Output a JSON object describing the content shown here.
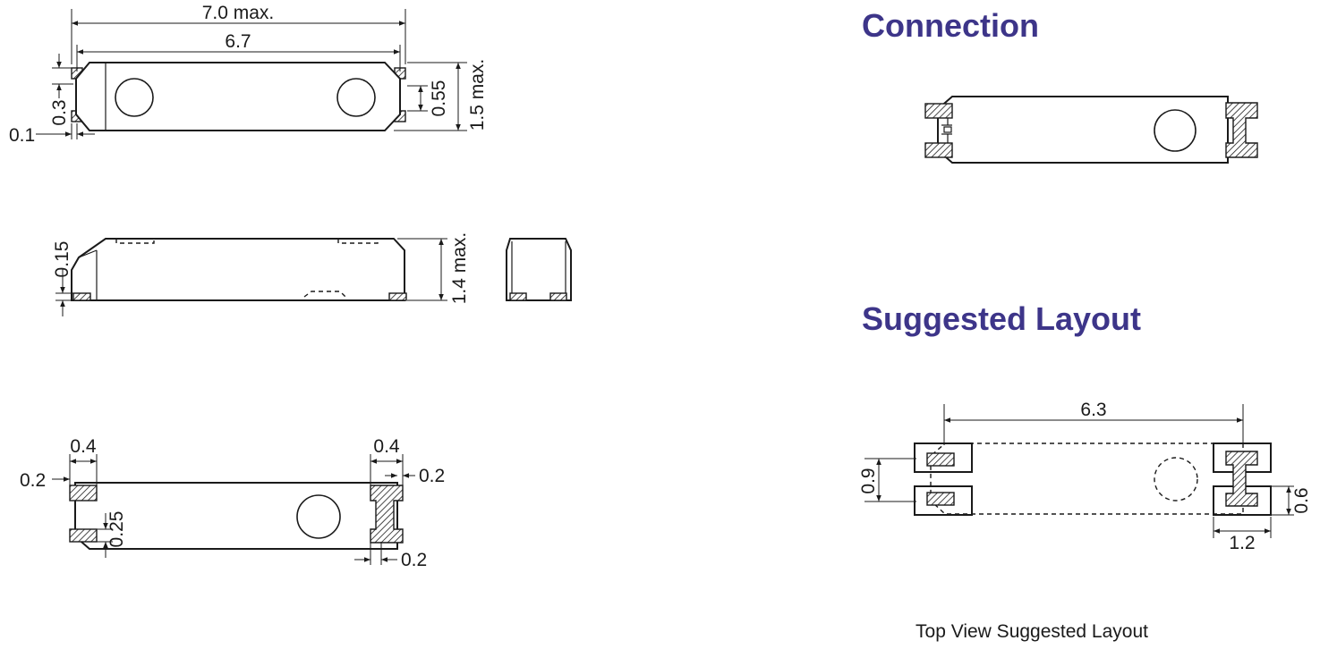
{
  "colors": {
    "title": "#3d3589",
    "line": "#1a1a1a",
    "background": "#ffffff"
  },
  "headings": {
    "connection": "Connection",
    "layout": "Suggested Layout"
  },
  "caption": "Top View Suggested Layout",
  "dims": {
    "top_overall": "7.0 max.",
    "top_body": "6.7",
    "top_pad_h": "0.55",
    "top_height": "1.5 max.",
    "top_offset": "0.3",
    "top_gap": "0.1",
    "side_standoff": "0.15",
    "side_height": "1.4 max.",
    "bot_pad_w_left": "0.4",
    "bot_pad_w_right": "0.4",
    "bot_gap_left": "0.2",
    "bot_gap_right": "0.2",
    "bot_pad_h": "0.25",
    "bot_gap_bottom": "0.2",
    "lay_span": "6.3",
    "lay_height": "0.9",
    "lay_pad_h": "0.6",
    "lay_pad_w": "1.2"
  }
}
